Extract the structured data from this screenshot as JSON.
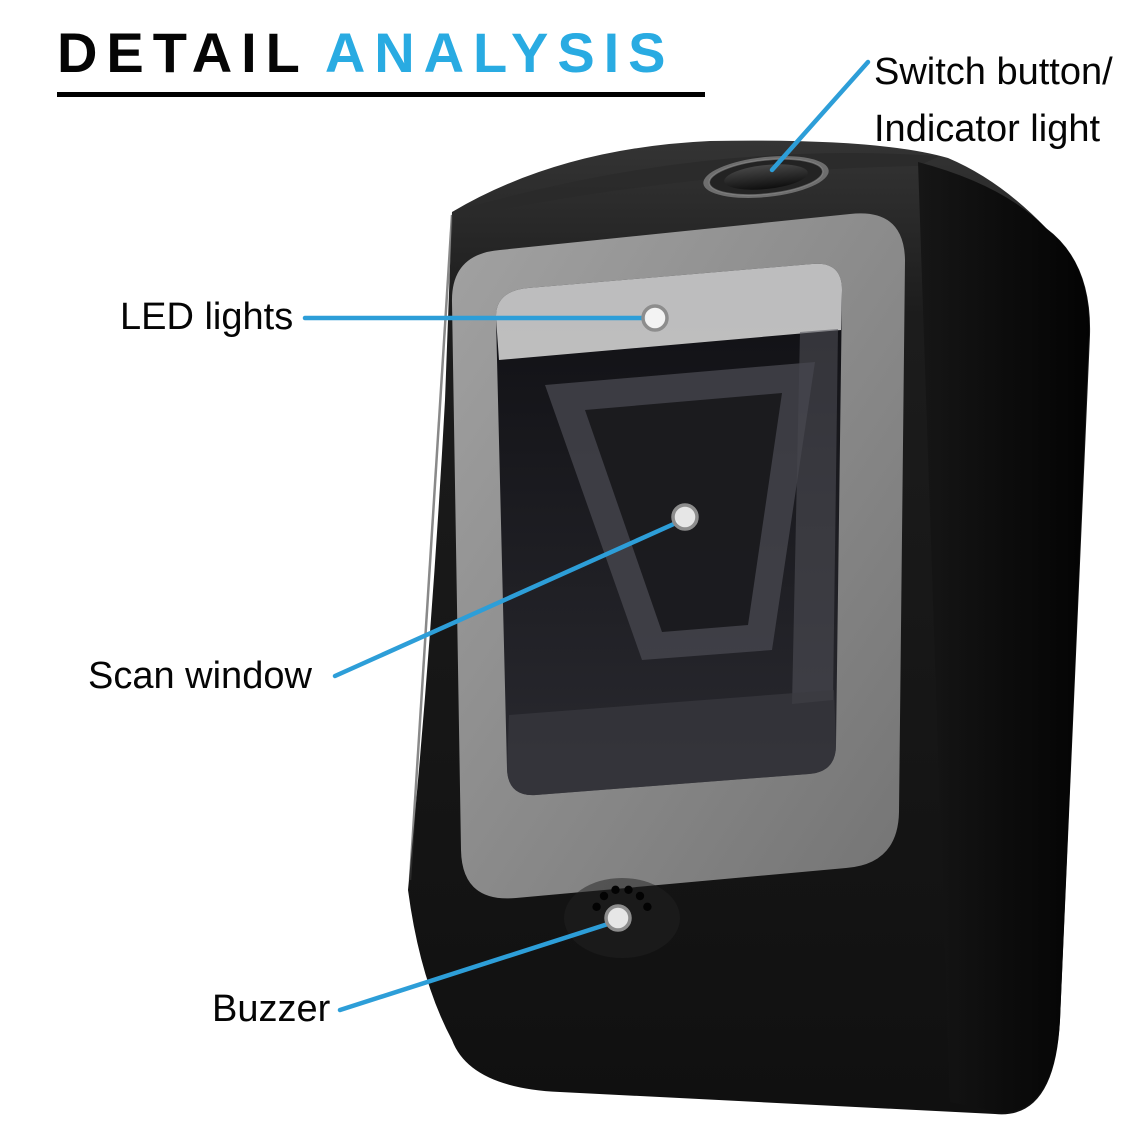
{
  "title": {
    "black": "DETAIL",
    "accent": "ANALYSIS"
  },
  "callouts": {
    "switch": {
      "line1": "Switch button/",
      "line2": "Indicator light"
    },
    "led": {
      "label": "LED lights"
    },
    "scan": {
      "label": "Scan window"
    },
    "buzzer": {
      "label": "Buzzer"
    }
  },
  "colors": {
    "accent": "#29abe2",
    "leader": "#2d9ed8",
    "text": "#050505"
  }
}
